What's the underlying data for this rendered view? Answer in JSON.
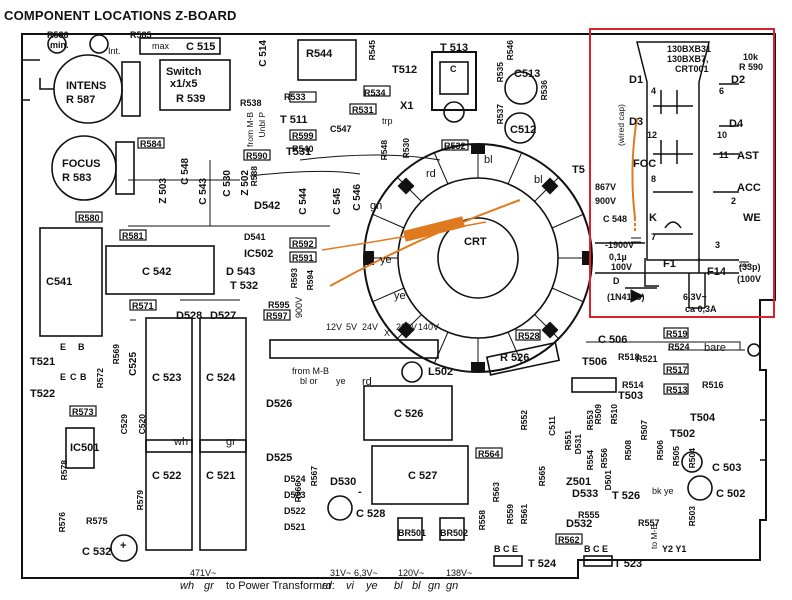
{
  "title": "COMPONENT LOCATIONS Z-BOARD",
  "colors": {
    "highlight_frame": "#d8232a",
    "wired_cap": "#e07a1e",
    "ink": "#111111"
  },
  "top_left": {
    "r586": "R586",
    "r586_sub": "min.",
    "r585": "R585",
    "r585_sub": "max",
    "int": "Int.",
    "c515": "C 515",
    "intens": "INTENS",
    "r587": "R 587",
    "switch": "Switch",
    "switch_sub": "x1/x5",
    "r539": "R 539",
    "focus": "FOCUS",
    "r583": "R 583"
  },
  "parts": {
    "r544": "R544",
    "r545": "R545",
    "r546": "R546",
    "r534": "R534",
    "r533": "R533",
    "r538": "R538",
    "r531": "R531",
    "r532": "R532",
    "r530": "R530",
    "r548": "R548",
    "r537": "R537",
    "r535": "R535",
    "r536": "R536",
    "r584": "R584",
    "r590": "R590",
    "r599": "R599",
    "r540": "R540",
    "r588": "R588",
    "r580": "R580",
    "r581": "R581",
    "r592": "R592",
    "r591": "R591",
    "r593": "R593",
    "r594": "R594",
    "r595": "R595",
    "r597": "R597",
    "r571": "R571",
    "r569": "R569",
    "r572": "R572",
    "r573": "R573",
    "r578": "R578",
    "r576": "R576",
    "r575": "R575",
    "r579": "R579",
    "r567": "R567",
    "r566": "R566",
    "r552": "R552",
    "r551": "R551",
    "r553": "R553",
    "r554": "R554",
    "r564": "R564",
    "r565": "R565",
    "r563": "R563",
    "r562": "R562",
    "r559": "R559",
    "r555": "R555",
    "r556": "R556",
    "r557": "R557",
    "r558": "R558",
    "r561": "R561",
    "r528": "R528",
    "r519": "R519",
    "r524": "R524",
    "r521": "R521",
    "r517": "R517",
    "r518": "R518",
    "r513": "R513",
    "r514": "R514",
    "r516": "R516",
    "r509": "R509",
    "r510": "R510",
    "r507": "R507",
    "r508": "R508",
    "r506": "R506",
    "r505": "R505",
    "r504": "R504",
    "r503": "R503",
    "r526": "R 526",
    "t512": "T512",
    "t513": "T 513",
    "t511": "T 511",
    "t531": "T531",
    "t532": "T 532",
    "t521": "T521",
    "t522": "T522",
    "t506": "T506",
    "t503": "T503",
    "t504": "T504",
    "t502": "T502",
    "t526": "T 526",
    "t524": "T 524",
    "t523": "T 523",
    "t5": "T5",
    "c514": "C 514",
    "c513": "C513",
    "c512": "C512",
    "c546": "C 546",
    "c545": "C 545",
    "c544": "C 544",
    "c547": "C547",
    "c548": "C 548",
    "c543": "C 543",
    "c530": "C 530",
    "c541": "C541",
    "c542": "C 542",
    "c525": "C525",
    "c523": "C 523",
    "c524": "C 524",
    "c522": "C 522",
    "c521": "C 521",
    "c526": "C 526",
    "c527": "C 527",
    "c528": "C 528",
    "c532": "C 532",
    "c506": "C 506",
    "c503": "C 503",
    "c502": "C 502",
    "c529": "C529",
    "c520": "C520",
    "c511": "C511",
    "d542": "D542",
    "d541": "D541",
    "d543": "D 543",
    "d528": "D528",
    "d527": "D527",
    "d526": "D526",
    "d525": "D525",
    "d524": "D524",
    "d523": "D523",
    "d522": "D522",
    "d521": "D521",
    "d530": "D530",
    "d533": "D533",
    "d532": "D532",
    "d531": "D531",
    "d501": "D501",
    "z503": "Z 503",
    "z502": "Z 502",
    "z501": "Z501",
    "ic502": "IC502",
    "ic501": "IC501",
    "l502": "L502",
    "br501": "BR501",
    "br502": "BR502",
    "x1": "X1",
    "crt": "CRT",
    "e": "E",
    "b": "B",
    "c": "C",
    "e2": "E",
    "c2": "C",
    "b2": "B",
    "bce1": "B C E",
    "bce2": "B C E",
    "trp": "trp",
    "from_mb": "from M-B",
    "unbl": "Unbl P",
    "rd": "rd",
    "bl": "bl",
    "gn": "gn",
    "ye": "ye",
    "ye2": "ye",
    "bl2": "bl",
    "rd2": "rd",
    "wh": "wh",
    "gr": "gr",
    "from_mb2": "from M-B",
    "bl_or": "bl  or",
    "ye3": "ye",
    "pos": "+",
    "neg": "-",
    "bare": "bare",
    "to_mb": "to M-B",
    "y2y1": "Y2  Y1",
    "bk_ye": "bk  ye"
  },
  "supply_rail": [
    "900V",
    "12V",
    "5V",
    "24V",
    "X",
    "260V",
    "140V"
  ],
  "footer": {
    "wh_gr": "wh",
    "gr": "gr",
    "to_pt": "to Power Transformer:",
    "rd": "rd",
    "vi": "vi",
    "ye": "ye",
    "bl": "bl",
    "bl2": "bl",
    "gn": "gn",
    "gn2": "gn",
    "v471": "471V~",
    "v31": "31V~",
    "v63": "6,3V~",
    "v120": "120V~",
    "v138": "138V~"
  },
  "inset": {
    "tube1": "130BXB31",
    "tube2": "130BXB7,",
    "tube3": "CRT001",
    "tenk": "10k",
    "r590": "R 590",
    "d1": "D1",
    "d2": "D2",
    "d3": "D3",
    "d4": "D4",
    "p4": "4",
    "p6": "6",
    "p12": "12",
    "p10": "10",
    "p11": "11",
    "p8": "8",
    "p2": "2",
    "p7": "7",
    "p3": "3",
    "foc": "FOC",
    "ast": "AST",
    "acc": "ACC",
    "k": "K",
    "we": "WE",
    "wired_cap": "(wired cap)",
    "v867": "867V",
    "v900": "900V",
    "c548": "C 548",
    "v1900": "-1900V",
    "cap": "0,1µ",
    "cap_v": "100V",
    "d": "D",
    "diode": "(1N4149)",
    "f1": "F1",
    "f14": "F14",
    "c33": "(33p)",
    "c33v": "(100V",
    "heater": "6,3V~",
    "heater_a": "ca 0,3A"
  }
}
